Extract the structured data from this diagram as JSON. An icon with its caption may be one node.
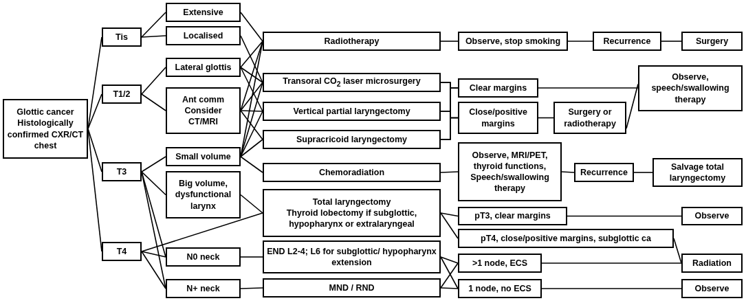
{
  "diagram": {
    "nodes": [
      {
        "text": [
          "Glottic cancer Histologically confirmed CXR/CT chest"
        ]
      },
      {
        "text": [
          "Tis"
        ]
      },
      {
        "text": [
          "T1/2"
        ]
      },
      {
        "text": [
          "T3"
        ]
      },
      {
        "text": [
          "T4"
        ]
      },
      {
        "text": [
          "Extensive"
        ]
      },
      {
        "text": [
          "Localised"
        ]
      },
      {
        "text": [
          "Lateral glottis"
        ]
      },
      {
        "text": [
          "Ant comm Consider CT/MRI"
        ]
      },
      {
        "text": [
          "Small volume"
        ]
      },
      {
        "text": [
          "Big volume, dysfunctional larynx"
        ]
      },
      {
        "text": [
          "N0 neck"
        ]
      },
      {
        "text": [
          "N+ neck"
        ]
      },
      {
        "text": [
          "Radiotherapy"
        ]
      },
      {
        "text": [
          "Transoral CO$_{2}$ laser microsurgery"
        ]
      },
      {
        "text": [
          "Vertical partial laryngectomy"
        ]
      },
      {
        "text": [
          "Supracricoid laryngectomy"
        ]
      },
      {
        "text": [
          "Chemoradiation"
        ]
      },
      {
        "text": [
          "Total laryngectomy",
          "Thyroid lobectomy if subglottic, hypopharynx or extralaryngeal"
        ]
      },
      {
        "text": [
          "END L2-4; L6 for subglottic/ hypopharynx extension"
        ]
      },
      {
        "text": [
          "MND / RND"
        ]
      },
      {
        "text": [
          "Observe, stop smoking"
        ]
      },
      {
        "text": [
          "Recurrence"
        ]
      },
      {
        "text": [
          "Surgery"
        ]
      },
      {
        "text": [
          "Clear margins"
        ]
      },
      {
        "text": [
          "Close/positive margins"
        ]
      },
      {
        "text": [
          "Surgery or radiotherapy"
        ]
      },
      {
        "text": [
          "Observe, speech/swallowing therapy"
        ]
      },
      {
        "text": [
          "Observe, MRI/PET, thyroid functions, Speech/swallowing therapy"
        ]
      },
      {
        "text": [
          "Recurrence"
        ]
      },
      {
        "text": [
          "Salvage total laryngectomy"
        ]
      },
      {
        "text": [
          "pT3, clear margins"
        ]
      },
      {
        "text": [
          "pT4, close/positive margins, subglottic ca"
        ]
      },
      {
        "text": [
          ">1 node, ECS"
        ]
      },
      {
        "text": [
          "1 node, no ECS"
        ]
      },
      {
        "text": [
          "Observe"
        ]
      },
      {
        "text": [
          "Radiation"
        ]
      },
      {
        "text": [
          "Observe"
        ]
      }
    ],
    "edges": [
      {
        "from": 0,
        "to": 1,
        "arrow": "none"
      },
      {
        "from": 0,
        "to": 2,
        "arrow": "none"
      },
      {
        "from": 0,
        "to": 3,
        "arrow": "none"
      },
      {
        "from": 0,
        "to": 4,
        "arrow": "none"
      },
      {
        "from": 1,
        "to": 5,
        "arrow": "none"
      },
      {
        "from": 1,
        "to": 6,
        "arrow": "none"
      },
      {
        "from": 2,
        "to": 7,
        "arrow": "none"
      },
      {
        "from": 2,
        "to": 8,
        "arrow": "none"
      },
      {
        "from": 3,
        "to": 9,
        "arrow": "none"
      },
      {
        "from": 3,
        "to": 10,
        "arrow": "none"
      },
      {
        "from": 3,
        "to": 11,
        "arrow": "none"
      },
      {
        "from": 3,
        "to": 12,
        "arrow": "none"
      },
      {
        "from": 4,
        "to": 18,
        "arrow": "none"
      },
      {
        "from": 4,
        "to": 11,
        "arrow": "none"
      },
      {
        "from": 4,
        "to": 12,
        "arrow": "none"
      },
      {
        "from": 5,
        "to": 13,
        "arrow": "none"
      },
      {
        "from": 6,
        "to": 14,
        "arrow": "none"
      },
      {
        "from": 7,
        "to": 13,
        "arrow": "none"
      },
      {
        "from": 7,
        "to": 14,
        "arrow": "none"
      },
      {
        "from": 7,
        "to": 15,
        "arrow": "none"
      },
      {
        "from": 8,
        "to": 13,
        "arrow": "none"
      },
      {
        "from": 8,
        "to": 14,
        "arrow": "none"
      },
      {
        "from": 8,
        "to": 15,
        "arrow": "none"
      },
      {
        "from": 8,
        "to": 16,
        "arrow": "none"
      },
      {
        "from": 9,
        "to": 13,
        "arrow": "none"
      },
      {
        "from": 9,
        "to": 14,
        "arrow": "none"
      },
      {
        "from": 9,
        "to": 15,
        "arrow": "none"
      },
      {
        "from": 9,
        "to": 16,
        "arrow": "none"
      },
      {
        "from": 9,
        "to": 17,
        "arrow": "none"
      },
      {
        "from": 10,
        "to": 18,
        "arrow": "none"
      },
      {
        "from": 11,
        "to": 19,
        "arrow": "none"
      },
      {
        "from": 12,
        "to": 20,
        "arrow": "none"
      },
      {
        "from": 13,
        "to": 21,
        "arrow": "none"
      },
      {
        "from": 21,
        "to": 22,
        "arrow": "none"
      },
      {
        "from": 22,
        "to": 23,
        "arrow": "none"
      },
      {
        "from": 14,
        "to": 24,
        "arrow": "none"
      },
      {
        "from": 14,
        "to": 25,
        "arrow": "none"
      },
      {
        "from": 15,
        "to": 24,
        "arrow": "none"
      },
      {
        "from": 15,
        "to": 25,
        "arrow": "none"
      },
      {
        "from": 16,
        "to": 24,
        "arrow": "none"
      },
      {
        "from": 16,
        "to": 25,
        "arrow": "none"
      },
      {
        "from": 24,
        "to": 27,
        "arrow": "none"
      },
      {
        "from": 25,
        "to": 26,
        "arrow": "none"
      },
      {
        "from": 26,
        "to": 27,
        "arrow": "none"
      },
      {
        "from": 17,
        "to": 28,
        "arrow": "none"
      },
      {
        "from": 28,
        "to": 29,
        "arrow": "none"
      },
      {
        "from": 29,
        "to": 30,
        "arrow": "none"
      },
      {
        "from": 18,
        "to": 31,
        "arrow": "none"
      },
      {
        "from": 18,
        "to": 32,
        "arrow": "none"
      },
      {
        "from": 31,
        "to": 35,
        "arrow": "none"
      },
      {
        "from": 32,
        "to": 36,
        "arrow": "none"
      },
      {
        "from": 19,
        "to": 33,
        "arrow": "none"
      },
      {
        "from": 19,
        "to": 34,
        "arrow": "none"
      },
      {
        "from": 20,
        "to": 33,
        "arrow": "none"
      },
      {
        "from": 20,
        "to": 34,
        "arrow": "none"
      },
      {
        "from": 33,
        "to": 36,
        "arrow": "none"
      },
      {
        "from": 34,
        "to": 37,
        "arrow": "none"
      }
    ]
  }
}
